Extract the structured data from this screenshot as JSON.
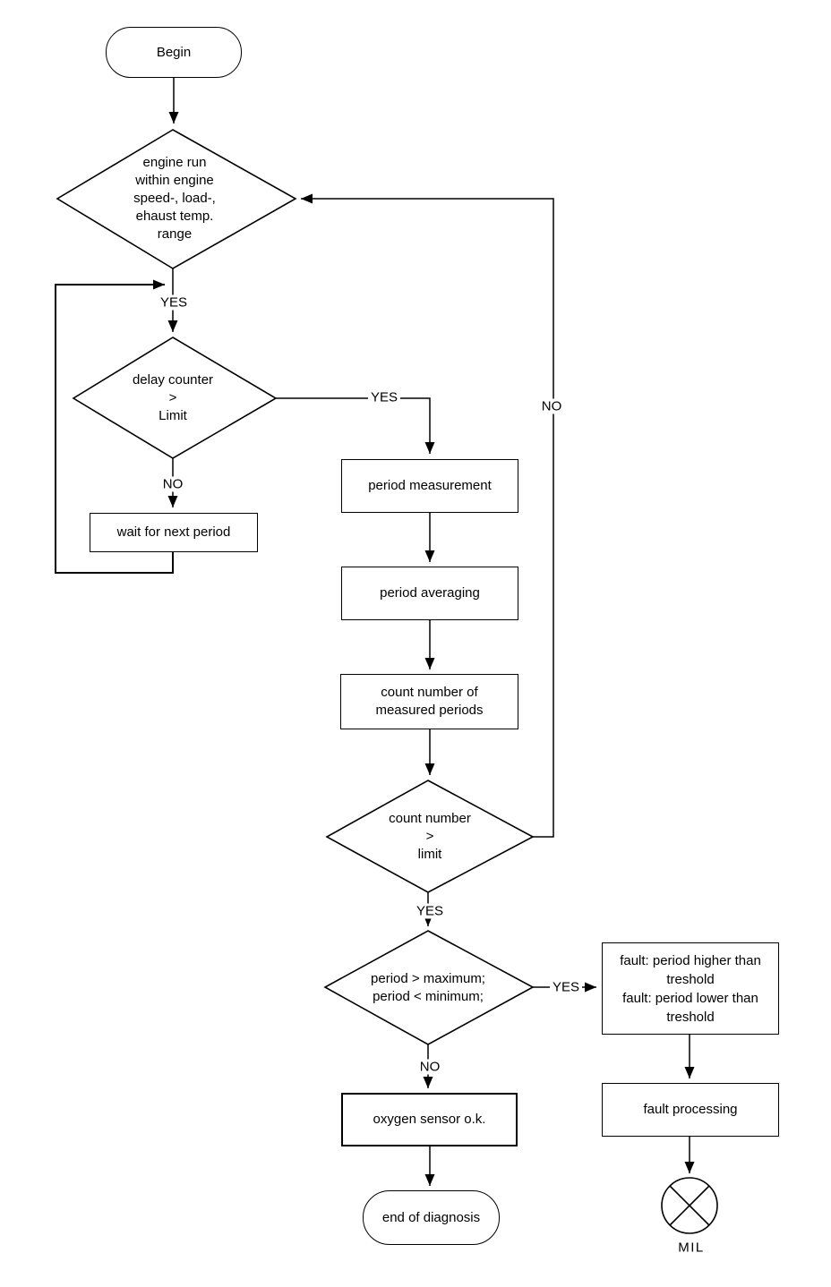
{
  "colors": {
    "background": "#ffffff",
    "line": "#000000",
    "text": "#000000"
  },
  "nodes": {
    "begin": {
      "type": "terminator",
      "label": "Begin"
    },
    "engine_run": {
      "type": "decision",
      "label": "engine run\nwithin engine\nspeed-, load-,\nehaust temp.\nrange"
    },
    "delay_counter": {
      "type": "decision",
      "label": "delay counter\n>\nLimit"
    },
    "wait_for_next_period": {
      "type": "process",
      "label": "wait for next period"
    },
    "period_measurement": {
      "type": "process",
      "label": "period measurement"
    },
    "period_averaging": {
      "type": "process",
      "label": "period averaging"
    },
    "count_periods": {
      "type": "process",
      "label": "count number of\nmeasured periods"
    },
    "count_number": {
      "type": "decision",
      "label": "count number\n>\nlimit"
    },
    "period_range": {
      "type": "decision",
      "label": "period > maximum;\nperiod < minimum;"
    },
    "fault_thresholds": {
      "type": "process",
      "label": "fault: period higher than\ntreshold\nfault: period lower than\ntreshold"
    },
    "fault_processing": {
      "type": "process",
      "label": "fault processing"
    },
    "oxygen_sensor_ok": {
      "type": "process",
      "label": "oxygen sensor o.k."
    },
    "end_of_diagnosis": {
      "type": "terminator",
      "label": "end of diagnosis"
    },
    "mil": {
      "type": "indicator",
      "label": "MIL"
    }
  },
  "edge_labels": {
    "engine_run_yes": "YES",
    "delay_counter_yes": "YES",
    "delay_counter_no": "NO",
    "count_number_yes": "YES",
    "count_number_no": "NO",
    "period_range_yes": "YES",
    "period_range_no": "NO"
  }
}
